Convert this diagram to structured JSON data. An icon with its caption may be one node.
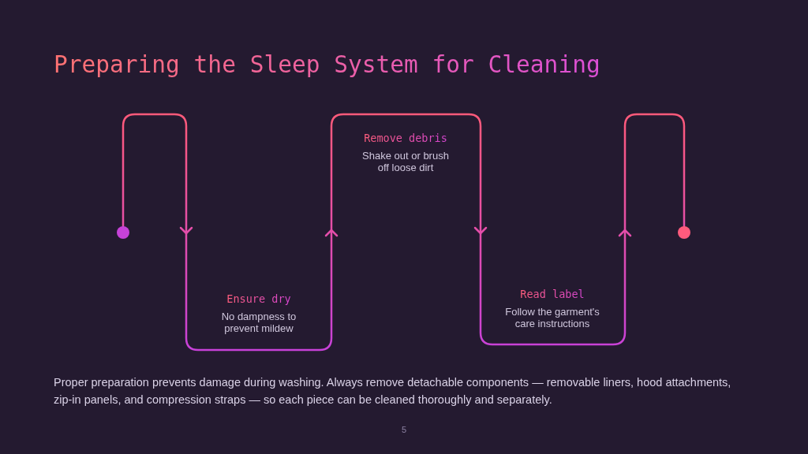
{
  "diagram": {
    "title": "Preparing the Sleep System for Cleaning",
    "caption": "Proper preparation prevents damage during washing. Always remove detachable components — removable liners, hood attachments, zip-in panels, and compression straps — so each piece can be cleaned thoroughly and separately.",
    "nodes": [
      {
        "text": [],
        "shape": "circle"
      },
      {
        "text": [
          "Ensure dry",
          "No dampness to prevent mildew"
        ]
      },
      {
        "text": [
          "Remove debris",
          "Shake out or brush off loose dirt"
        ]
      },
      {
        "text": [
          "Read label",
          "Follow the garment's care instructions"
        ]
      },
      {
        "text": [],
        "shape": "circle"
      }
    ],
    "edges": [
      {
        "from": 0,
        "to": 4,
        "arrow": "to"
      }
    ],
    "labels": [
      "5"
    ]
  }
}
